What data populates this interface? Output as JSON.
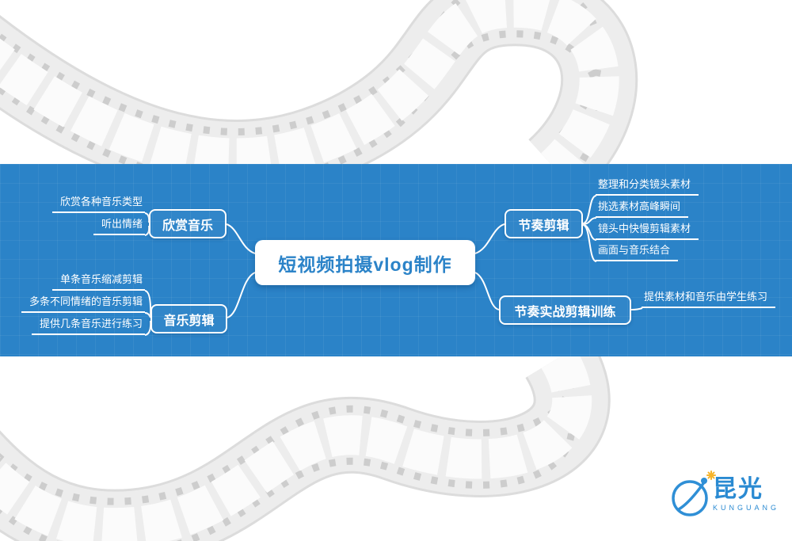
{
  "colors": {
    "band_blue": "#2b83c8",
    "node_text_blue": "#2b83c8",
    "logo_blue": "#2a8ad2",
    "sparkle_yellow": "#f6b42c",
    "white": "#ffffff"
  },
  "mindmap": {
    "root": {
      "label": "短视频拍摄vlog制作"
    },
    "branches": [
      {
        "label": "欣赏音乐",
        "children": [
          "欣赏各种音乐类型",
          "听出情绪"
        ]
      },
      {
        "label": "音乐剪辑",
        "children": [
          "单条音乐缩减剪辑",
          "多条不同情绪的音乐剪辑",
          "提供几条音乐进行练习"
        ]
      },
      {
        "label": "节奏剪辑",
        "children": [
          "整理和分类镜头素材",
          "挑选素材高峰瞬间",
          "镜头中快慢剪辑素材",
          "画面与音乐结合"
        ]
      },
      {
        "label": "节奏实战剪辑训练",
        "children": [
          "提供素材和音乐由学生练习"
        ]
      }
    ]
  },
  "logo": {
    "name": "昆光",
    "subtitle": "KUNGUANG"
  }
}
